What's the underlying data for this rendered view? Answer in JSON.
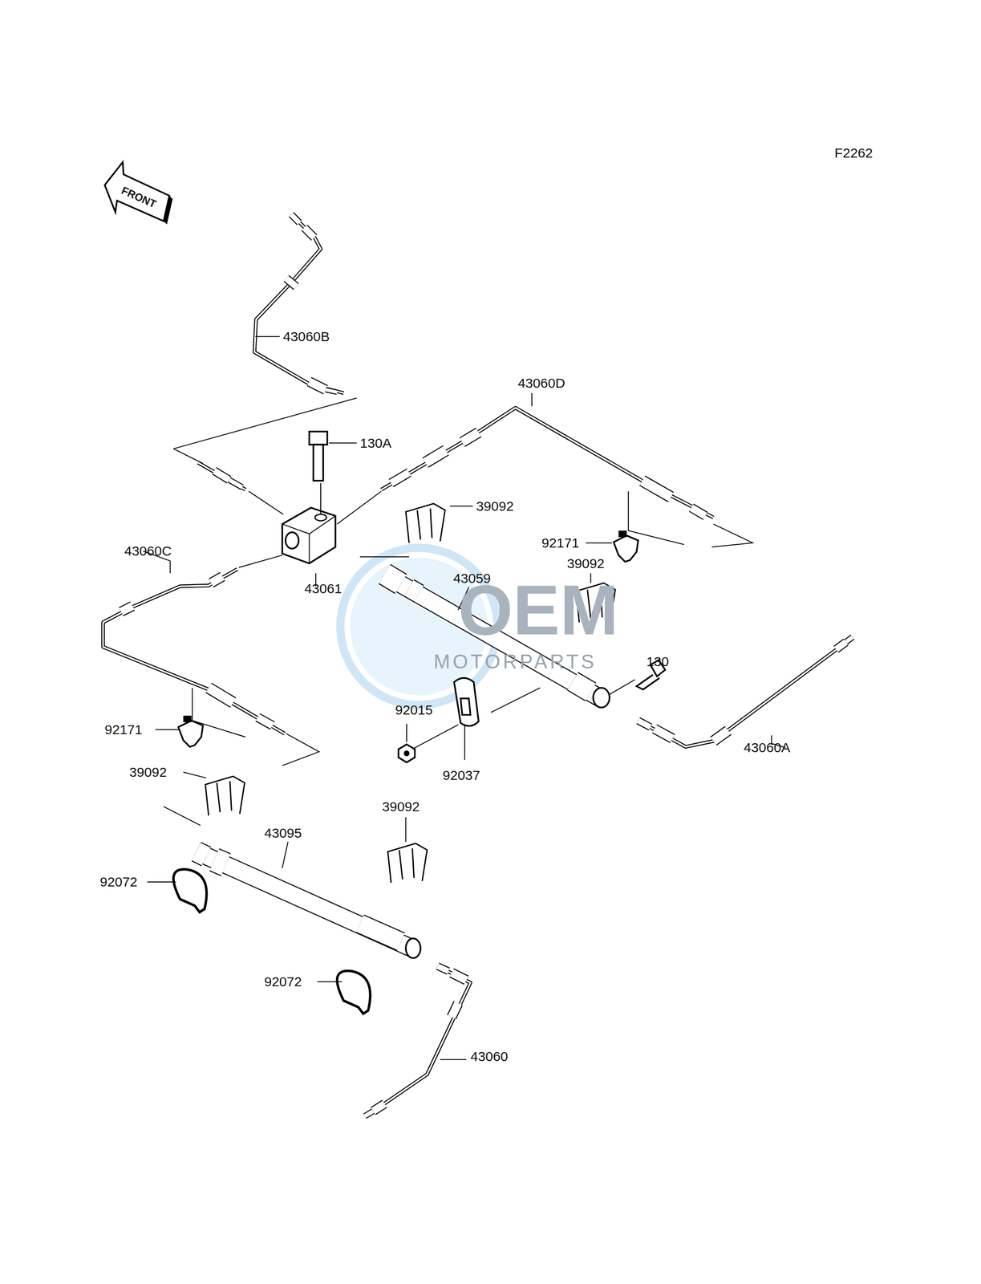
{
  "diagram": {
    "labels": [
      "F2262",
      "FRONT",
      "43060B",
      "43060D",
      "130A",
      "39092",
      "92171",
      "43060C",
      "39092",
      "43061",
      "43059",
      "130",
      "92015",
      "92171",
      "43060A",
      "92037",
      "39092",
      "39092",
      "43095",
      "92072",
      "92072",
      "43060",
      "OEM",
      "MOTORPARTS"
    ]
  }
}
